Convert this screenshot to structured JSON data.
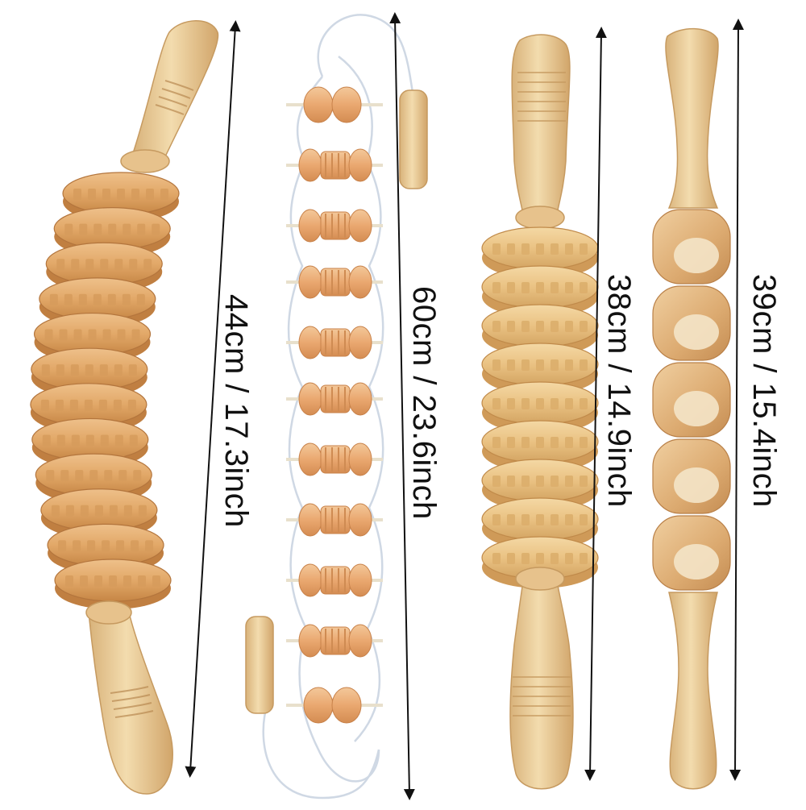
{
  "products": [
    {
      "id": "roller-12-wheel",
      "label": "44cm / 17.3inch"
    },
    {
      "id": "rope-roller",
      "label": "60cm / 23.6inch"
    },
    {
      "id": "roller-9-wheel",
      "label": "38cm / 14.9inch"
    },
    {
      "id": "roller-cube",
      "label": "39cm / 15.4inch"
    }
  ],
  "colors": {
    "background": "#ffffff",
    "wood_light": "#e9cc98",
    "wood_mid": "#e2b074",
    "wood_dark": "#c98a4c",
    "wood_deep": "#b3753d",
    "rope": "#cfd8e4",
    "arrow": "#111111"
  }
}
